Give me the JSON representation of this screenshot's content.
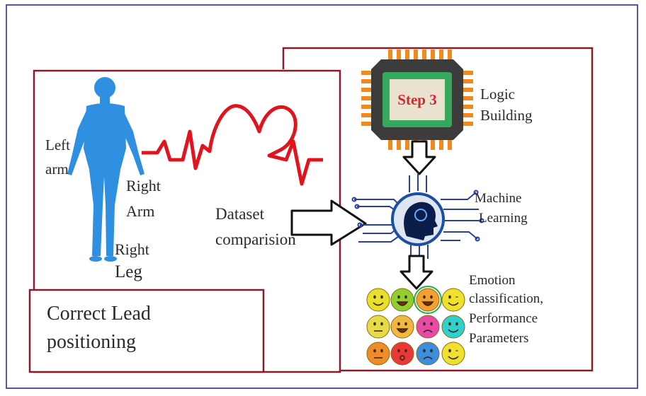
{
  "colors": {
    "frame_border": "#5b54a6",
    "box_border": "#8b1a2a",
    "body_silhouette": "#2f8fe0",
    "ecg_line": "#e0141c",
    "chip_orange": "#f0891e",
    "chip_body": "#3c3c3c",
    "chip_green": "#36a85c",
    "step_text": "#d0282e",
    "brain_blue": "#1b4fa0",
    "circuit_blue": "#2a3fa0"
  },
  "labels": {
    "left_arm": [
      "Left",
      "arm"
    ],
    "right_arm": [
      "Right",
      "Arm"
    ],
    "right_leg": [
      "Right",
      "Leg"
    ],
    "dataset": [
      "Dataset",
      "comparision"
    ],
    "lead_positioning": [
      "Correct Lead",
      "positioning"
    ],
    "step": "Step 3",
    "logic_building": [
      "Logic",
      "Building"
    ],
    "machine_learning": [
      "Machine",
      "Learning"
    ],
    "emotion": [
      "Emotion",
      "classification,",
      "Performance",
      "Parameters"
    ]
  },
  "icons": {
    "human": "human-body-icon",
    "heart_ecg": "heart-ecg-icon",
    "chip": "processor-chip-icon",
    "brain": "brain-circuit-icon",
    "arrow": "outline-arrow-icon",
    "emoji": "emoji-face-icon"
  },
  "emojis": [
    {
      "color": "#e8e02a",
      "mood": "smile"
    },
    {
      "color": "#8fd030",
      "mood": "grin"
    },
    {
      "color": "#f2a030",
      "mood": "laugh"
    },
    {
      "color": "#f0e030",
      "mood": "wink"
    },
    {
      "color": "#e6dc48",
      "mood": "neutral"
    },
    {
      "color": "#f0b840",
      "mood": "laugh"
    },
    {
      "color": "#e84aa8",
      "mood": "sad"
    },
    {
      "color": "#30d0d0",
      "mood": "smile"
    },
    {
      "color": "#f08c28",
      "mood": "neutral"
    },
    {
      "color": "#e83838",
      "mood": "surprised"
    },
    {
      "color": "#3a8ee0",
      "mood": "sad"
    },
    {
      "color": "#f0e030",
      "mood": "wink"
    }
  ]
}
